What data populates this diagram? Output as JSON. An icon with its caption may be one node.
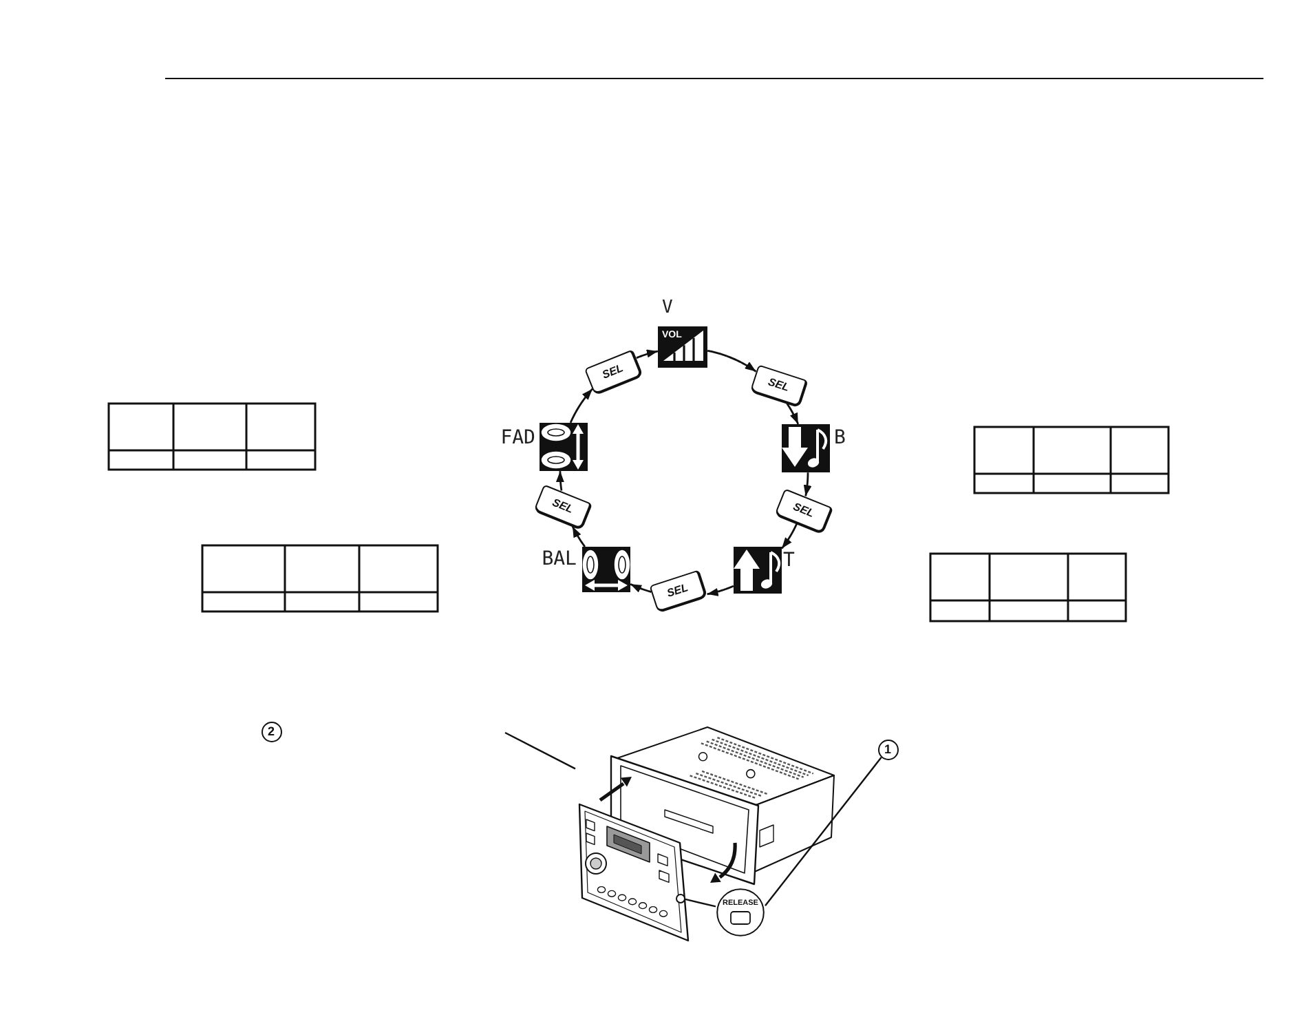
{
  "diagram": {
    "nodes": [
      {
        "text": [
          "VOL"
        ],
        "beside": [
          "V"
        ]
      },
      {
        "text": [
          "SEL"
        ]
      },
      {
        "text": [],
        "shape": "picture",
        "beside": [
          "B"
        ]
      },
      {
        "text": [
          "SEL"
        ]
      },
      {
        "text": [],
        "shape": "picture",
        "beside": [
          "T"
        ]
      },
      {
        "text": [
          "SEL"
        ]
      },
      {
        "text": [],
        "shape": "picture",
        "beside": [
          "BAL"
        ]
      },
      {
        "text": [
          "SEL"
        ]
      },
      {
        "text": [],
        "shape": "picture",
        "beside": [
          "FAD"
        ]
      },
      {
        "text": [
          "SEL"
        ]
      },
      {
        "text": [
          "2"
        ]
      },
      {
        "text": [],
        "shape": "picture"
      },
      {
        "text": [
          "RELEASE"
        ],
        "in": 11
      },
      {
        "text": [
          "1"
        ]
      },
      {
        "text": [],
        "shape": "circle",
        "in": 11
      }
    ],
    "edges": [
      {
        "from": 0,
        "to": 1,
        "arrow": "to"
      },
      {
        "from": 1,
        "to": 2,
        "arrow": "to"
      },
      {
        "from": 2,
        "to": 3,
        "arrow": "to"
      },
      {
        "from": 3,
        "to": 4,
        "arrow": "to"
      },
      {
        "from": 4,
        "to": 5,
        "arrow": "to"
      },
      {
        "from": 5,
        "to": 6,
        "arrow": "to"
      },
      {
        "from": 6,
        "to": 7,
        "arrow": "to"
      },
      {
        "from": 7,
        "to": 8,
        "arrow": "to"
      },
      {
        "from": 8,
        "to": 9,
        "arrow": "to"
      },
      {
        "from": 9,
        "to": 0,
        "arrow": "to"
      },
      {
        "from": null,
        "to": 11,
        "arrow": "none"
      },
      {
        "from": 13,
        "to": 12,
        "arrow": "none"
      },
      {
        "from": 12,
        "to": 14,
        "arrow": "none"
      }
    ]
  }
}
